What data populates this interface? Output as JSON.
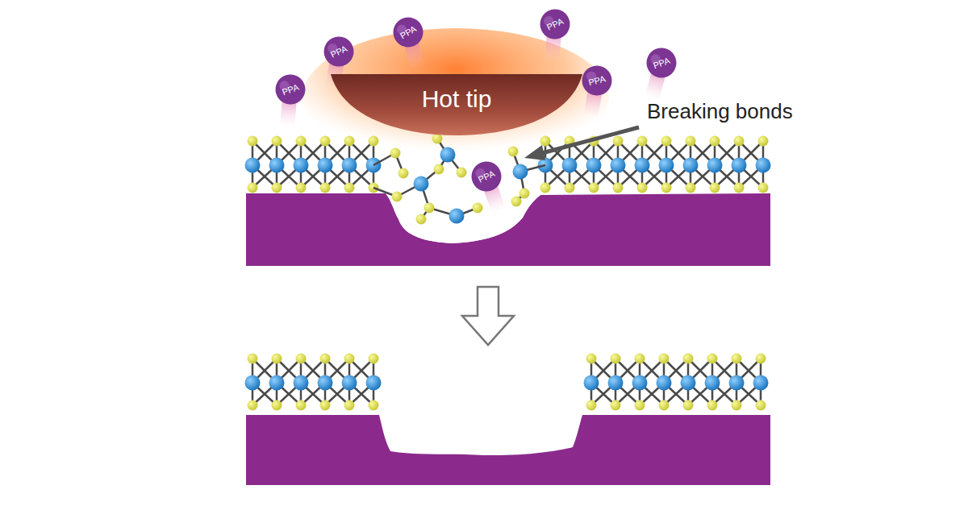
{
  "diagram": {
    "nodes": [
      {
        "text": [
          "PPA"
        ]
      },
      {
        "text": [
          "PPA"
        ]
      },
      {
        "text": [
          "PPA"
        ]
      },
      {
        "text": [
          "PPA"
        ]
      },
      {
        "text": [
          "PPA"
        ]
      },
      {
        "text": [
          "PPA"
        ]
      },
      {
        "text": [
          "Hot tip"
        ]
      },
      {
        "text": [
          "PPA"
        ]
      }
    ],
    "labels": [
      "Breaking bonds"
    ]
  }
}
